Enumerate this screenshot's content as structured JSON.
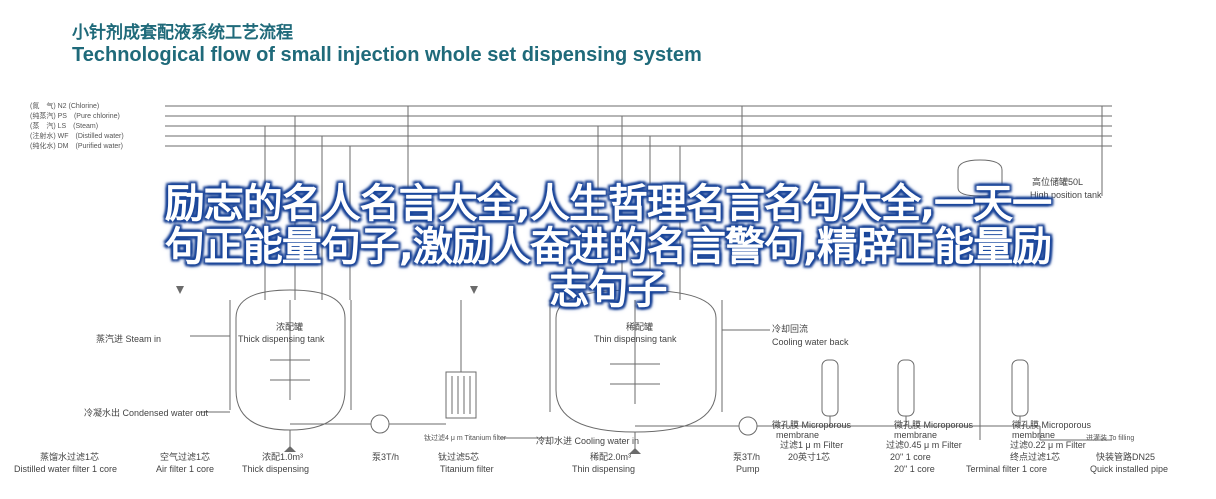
{
  "title": {
    "cn": "小针剂成套配液系统工艺流程",
    "en": "Technological flow of small injection whole set dispensing system"
  },
  "pipe_legend": [
    "(氮　气) N2 (Chlorine)",
    "(纯蒸汽) PS　(Pure chlorine)",
    "(蒸　汽) LS　(Steam)",
    "(注射水) WF　(Distilled water)",
    "(纯化水) DM　(Purified water)"
  ],
  "labels": {
    "steam_in": "蒸汽进 Steam in",
    "thick_tank_cn": "浓配罐",
    "thick_tank_en": "Thick dispensing tank",
    "thin_tank_cn": "稀配罐",
    "thin_tank_en": "Thin dispensing tank",
    "cooling_back": "冷却回流",
    "cooling_back_en": "Cooling water back",
    "condensed_out": "冷凝水出 Condensed water out",
    "cooling_in": "冷却水进 Cooling water in",
    "titanium_filter_a": "钛过滤4 μ m  Titanium filter",
    "titanium_filter_b": "钛过滤4 μ m",
    "titanium_filter_c": "钛过滤5芯",
    "titanium_filter_d": "Titanium filter",
    "high_tank_cn": "高位储罐50L",
    "high_tank_en": "High position tank",
    "to_filling": "进灌装  To filling"
  },
  "bottom_captions": [
    {
      "cn": "蒸馏水过滤1芯",
      "en": "Distilled water filter 1 core"
    },
    {
      "cn": "空气过滤1芯",
      "en": "Air filter 1 core"
    },
    {
      "cn": "浓配1.0m³",
      "en": "Thick dispensing"
    },
    {
      "cn": "泵3T/h",
      "en": ""
    },
    {
      "cn": "钛过滤5芯",
      "en": "Titanium filter"
    },
    {
      "cn": "稀配2.0m³",
      "en": "Thin dispensing"
    },
    {
      "cn": "泵3T/h",
      "en": "Pump"
    },
    {
      "cn": "过滤1 μ m Filter",
      "en": "20英寸1芯"
    },
    {
      "cn": "过滤0.45 μ m Filter",
      "en": "20\" 1 core"
    },
    {
      "cn": "过滤0.22 μ m Filter",
      "en": "Terminal filter 1 core"
    },
    {
      "cn": "快装管路DN25",
      "en": "Quick installed pipe"
    }
  ],
  "filter_labels": [
    {
      "cn": "微孔膜 Microporous",
      "en": "membrane"
    },
    {
      "cn": "微孔膜 Microporous",
      "en": "membrane"
    },
    {
      "cn": "微孔膜 Microporous",
      "en": "membrane"
    }
  ],
  "end_captions": [
    "20\" 1 core",
    "终点过滤1芯"
  ],
  "overlay_lines": [
    "励志的名人名言大全,人生哲理名言名句大全,一天一",
    "句正能量句子,激励人奋进的名言警句,精辟正能量励",
    "志句子"
  ],
  "colors": {
    "title": "#1f6a7a",
    "line": "#6b6b6b",
    "overlay_text": "#ffffff",
    "overlay_outline": "#1a4aa0"
  }
}
